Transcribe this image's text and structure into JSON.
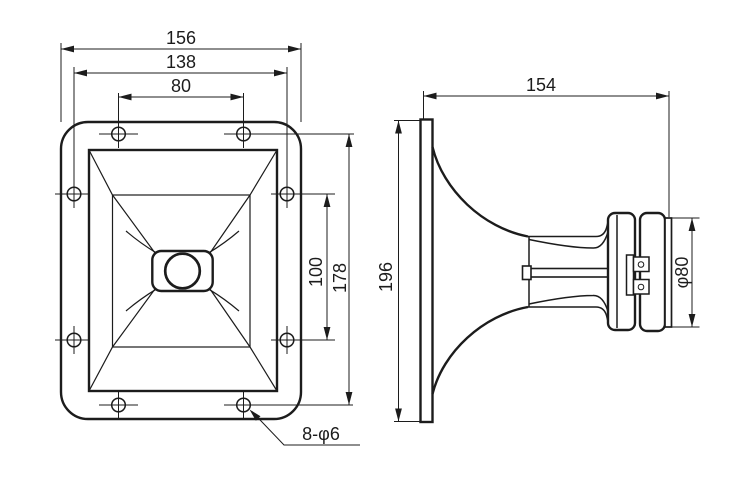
{
  "drawing": {
    "front_view": {
      "dims": {
        "overall_width": "156",
        "hole_span_width": "138",
        "top_hole_pitch": "80",
        "side_hole_pitch": "100",
        "hole_span_height": "178"
      },
      "hole_note": "8-φ6"
    },
    "side_view": {
      "dims": {
        "depth": "154",
        "overall_height": "196",
        "driver_diameter": "φ80"
      }
    },
    "colors": {
      "line": "#1c1c1c",
      "background": "#ffffff"
    }
  }
}
